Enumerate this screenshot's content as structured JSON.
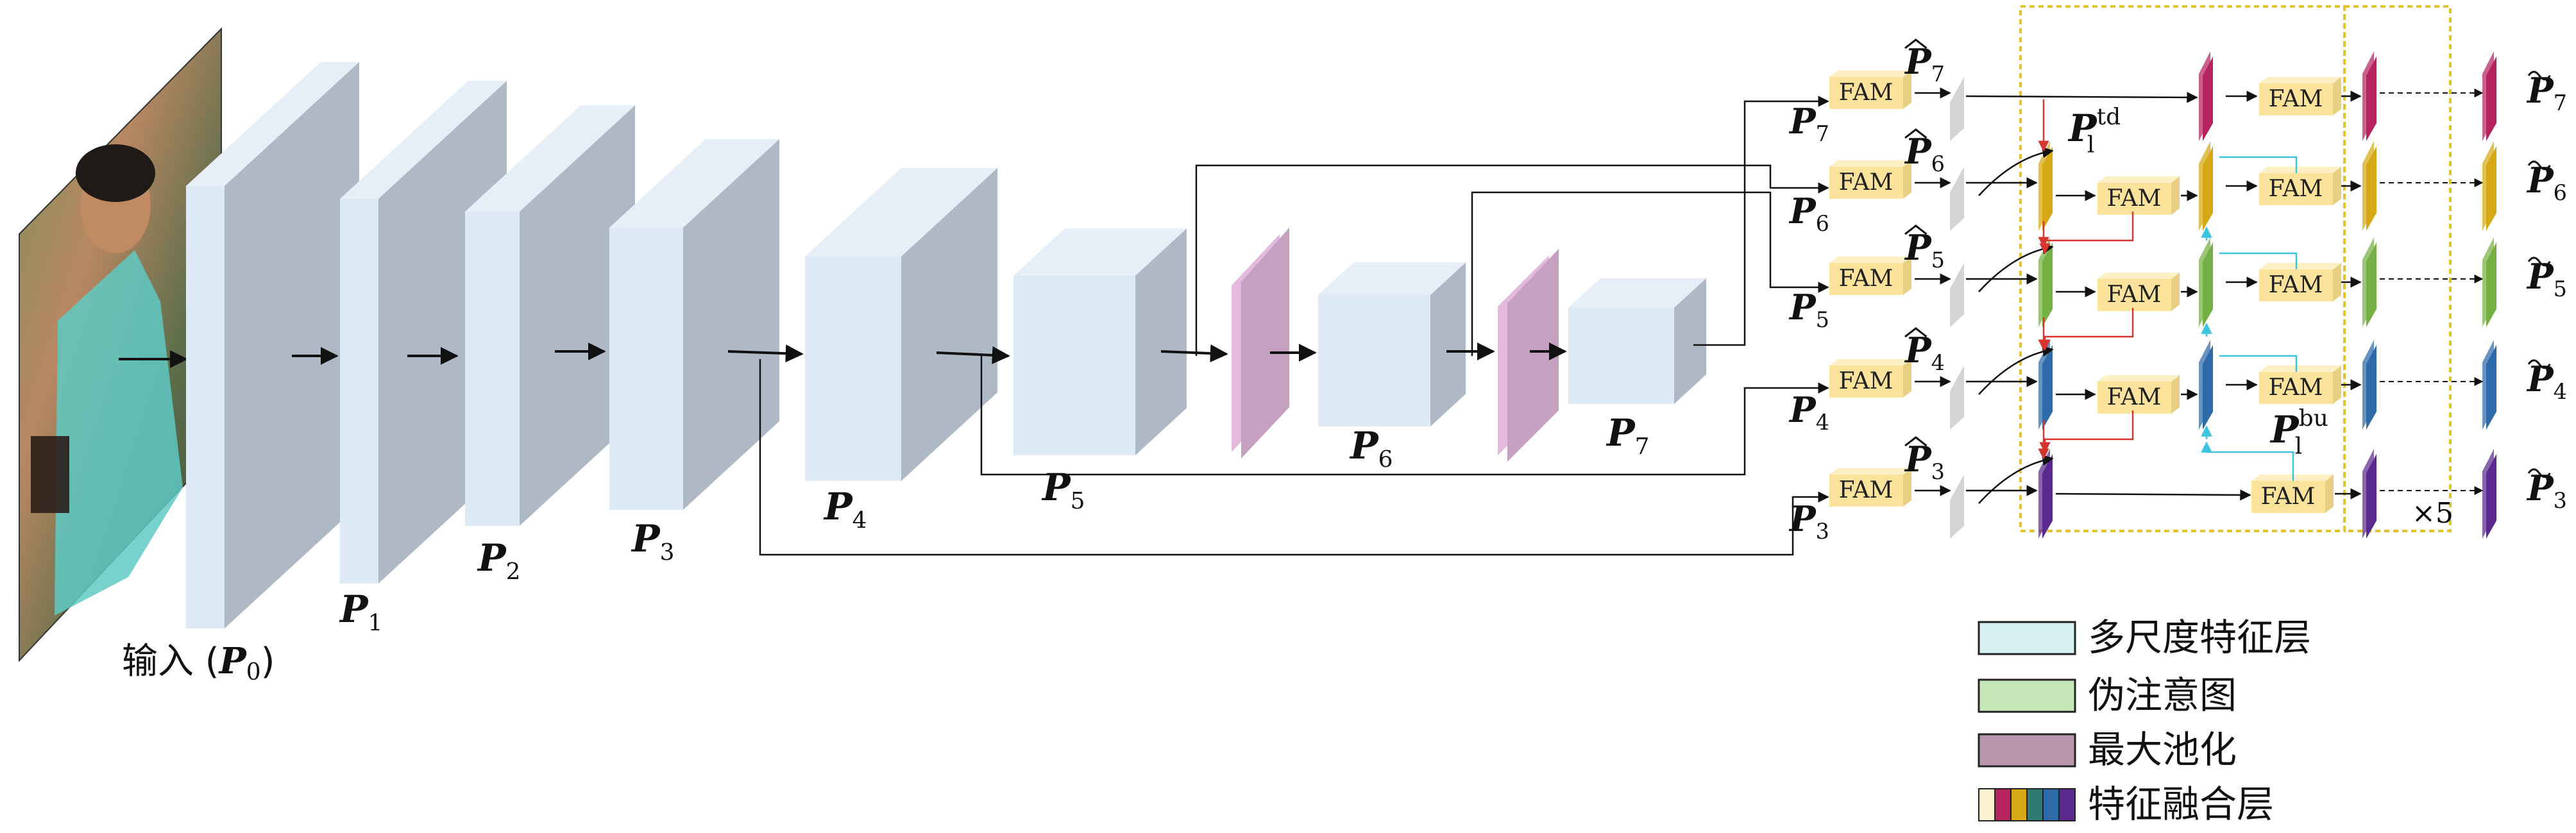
{
  "input_label": "输入 (P0)",
  "input_label_text": "输入 (",
  "input_label_sym": "P",
  "input_label_sub": "0",
  "input_label_close": ")",
  "backbone_labels": [
    {
      "sym": "P",
      "sub": "1"
    },
    {
      "sym": "P",
      "sub": "2"
    },
    {
      "sym": "P",
      "sub": "3"
    },
    {
      "sym": "P",
      "sub": "4"
    },
    {
      "sym": "P",
      "sub": "5"
    },
    {
      "sym": "P",
      "sub": "6"
    },
    {
      "sym": "P",
      "sub": "7"
    }
  ],
  "fam_label": "FAM",
  "fam_rows": [
    {
      "in_sym": "P",
      "in_sub": "7",
      "hat_sym": "P",
      "hat_sub": "7",
      "out_sym": "P",
      "out_sub": "7",
      "color": "#b5245f"
    },
    {
      "in_sym": "P",
      "in_sub": "6",
      "hat_sym": "P",
      "hat_sub": "6",
      "out_sym": "P",
      "out_sub": "6",
      "color": "#d6a815"
    },
    {
      "in_sym": "P",
      "in_sub": "5",
      "hat_sym": "P",
      "hat_sub": "5",
      "out_sym": "P",
      "out_sub": "5",
      "color": "#74b043"
    },
    {
      "in_sym": "P",
      "in_sub": "4",
      "hat_sym": "P",
      "hat_sub": "4",
      "out_sym": "P",
      "out_sub": "4",
      "color": "#2e6aa8"
    },
    {
      "in_sym": "P",
      "in_sub": "3",
      "hat_sym": "P",
      "hat_sub": "3",
      "out_sym": "P",
      "out_sub": "3",
      "color": "#5c2a8e"
    }
  ],
  "td_label": {
    "sym": "P",
    "sup": "td",
    "sub": "l"
  },
  "bu_label": {
    "sym": "P",
    "sup": "bu",
    "sub": "l"
  },
  "repeat_label": "×5",
  "legend": [
    {
      "label": "多尺度特征层",
      "color": "#d4f0f2"
    },
    {
      "label": "伪注意图",
      "color": "#c7e6b8"
    },
    {
      "label": "最大池化",
      "color": "#b896ae"
    },
    {
      "label": "特征融合层",
      "colors": [
        "#fbf1cf",
        "#b5245f",
        "#d6a815",
        "#2e7b73",
        "#2e6aa8",
        "#5c2a8e"
      ]
    }
  ],
  "colors": {
    "block_front": "#dde9f5",
    "block_side": "#aeb9c5",
    "block_top": "#e6eef8",
    "pool_front": "#c6a0c0",
    "pool_side": "#e3b9dd",
    "fam_front": "#fbe39b",
    "fam_side": "#e8cf82",
    "gray_map": "#d4d4d4",
    "dashed_box": "#e2c32e",
    "red_arrow": "#d6362f",
    "cyan_arrow": "#3cc3dd"
  }
}
